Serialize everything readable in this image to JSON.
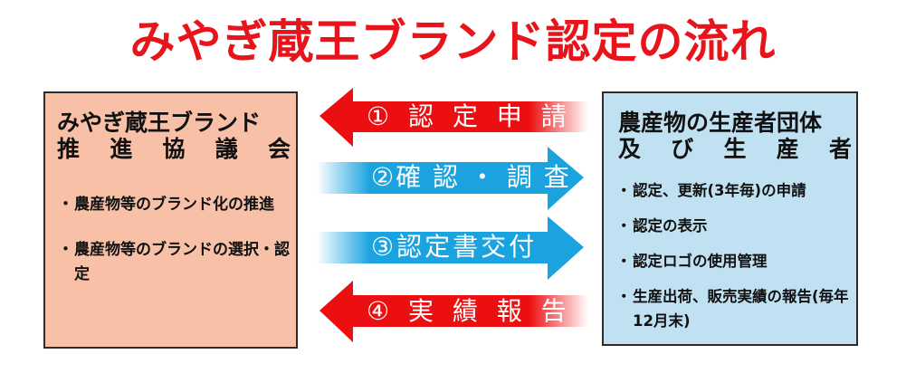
{
  "title": "みやぎ蔵王ブランド認定の流れ",
  "left_box": {
    "title_line1": "みやぎ蔵王ブランド",
    "title_line2_chars": [
      "推",
      "進",
      "協",
      "議",
      "会"
    ],
    "items": [
      {
        "bullet": "・",
        "text": "農産物等のブランド化の推進"
      },
      {
        "bullet": "・",
        "text": "農産物等のブランドの選択・認定"
      }
    ],
    "bg_color": "#f8c0a7"
  },
  "right_box": {
    "title_line1": "農産物の生産者団体",
    "title_line2_chars": [
      "及",
      "び",
      "生",
      "産",
      "者"
    ],
    "items": [
      {
        "bullet": "・",
        "text": "認定、更新(3年毎)の申請"
      },
      {
        "bullet": "・",
        "text": "認定の表示"
      },
      {
        "bullet": "・",
        "text": "認定ロゴの使用管理"
      },
      {
        "bullet": "・",
        "text": "生産出荷、販売実績の報告(毎年12月末)"
      }
    ],
    "bg_color": "#bfe1f2"
  },
  "arrows": [
    {
      "label": "① 認 定 申 請",
      "direction": "left",
      "color": "#ec0f12"
    },
    {
      "label": "②確 認 ・ 調 査",
      "direction": "right",
      "color": "#1ba3e0"
    },
    {
      "label": "③認定書交付",
      "direction": "right",
      "color": "#1ba3e0"
    },
    {
      "label": "④ 実 績 報 告",
      "direction": "left",
      "color": "#ec0f12"
    }
  ]
}
